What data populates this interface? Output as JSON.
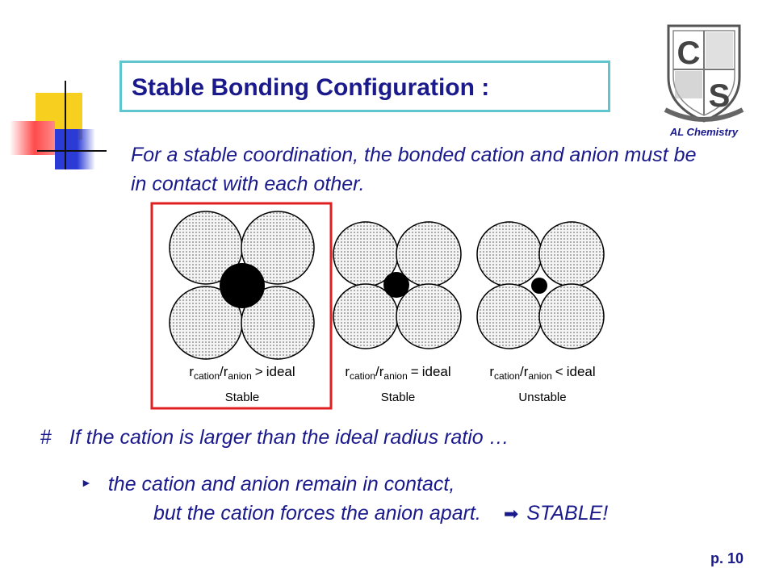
{
  "title": "Stable Bonding Configuration :",
  "logo": {
    "caption": "AL Chemistry",
    "letters": [
      "C",
      "S"
    ]
  },
  "intro": "For a stable coordination, the bonded cation and anion must be in contact with each other.",
  "figure": {
    "panels": [
      {
        "r": "r",
        "cation": "cation",
        "slash": "/r",
        "anion": "anion",
        "relation": ">",
        "ideal": "ideal",
        "status": "Stable",
        "highlighted": true
      },
      {
        "r": "r",
        "cation": "cation",
        "slash": "/r",
        "anion": "anion",
        "relation": "=",
        "ideal": "ideal",
        "status": "Stable",
        "highlighted": false
      },
      {
        "r": "r",
        "cation": "cation",
        "slash": "/r",
        "anion": "anion",
        "relation": "<",
        "ideal": "ideal",
        "status": "Unstable",
        "highlighted": false
      }
    ],
    "highlight_color": "#e02020"
  },
  "hash_mark": "#",
  "hash_text": "If the cation is larger than the ideal radius ratio …",
  "bullet_mark": "►",
  "bullet_text": "the cation and anion remain in contact,",
  "cont_text": "but the cation forces the anion apart.",
  "arrow_mark": "➡",
  "conclusion": "STABLE!",
  "page_number": "p. 10",
  "colors": {
    "text": "#1a1a8c",
    "title_border": "#5fc6cf",
    "deco_yellow": "#f7cf1f",
    "deco_red": "#ff4a4a",
    "deco_blue": "#2a3bd6"
  }
}
